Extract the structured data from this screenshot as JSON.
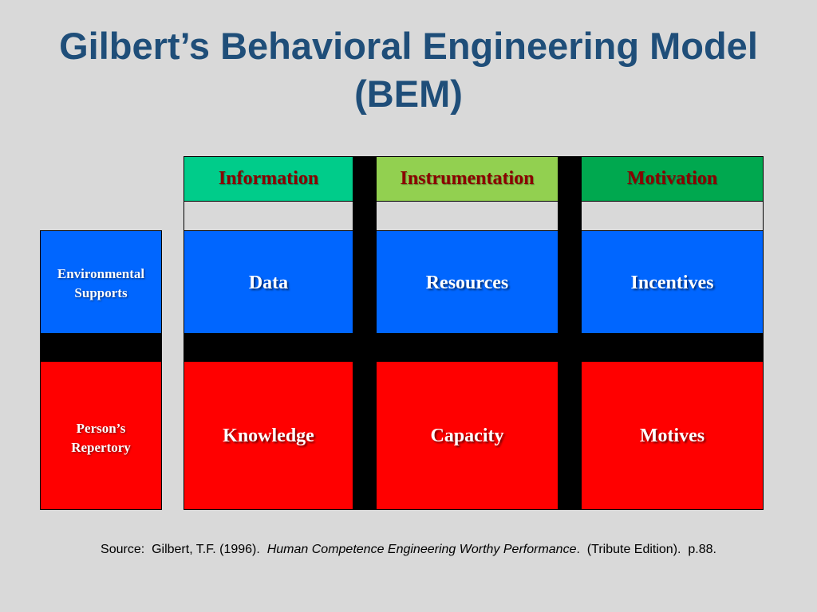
{
  "title": {
    "line1": "Gilbert’s Behavioral Engineering Model",
    "line2": "(BEM)"
  },
  "columns": [
    "Information",
    "Instrumentation",
    "Motivation"
  ],
  "rows": [
    {
      "label_line1": "Environmental",
      "label_line2": "Supports",
      "cells": [
        "Data",
        "Resources",
        "Incentives"
      ]
    },
    {
      "label_line1": "Person’s",
      "label_line2": "Repertory",
      "cells": [
        "Knowledge",
        "Capacity",
        "Motives"
      ]
    }
  ],
  "source": {
    "prefix": "Source:  Gilbert, T.F. (1996).  ",
    "work": "Human Competence Engineering Worthy Performance",
    "suffix": ".  (Tribute Edition).  p.88."
  },
  "colors": {
    "information": "#00cc8a",
    "instrumentation": "#92d050",
    "motivation": "#00a84f",
    "environmental": "#0066ff",
    "person": "#ff0000",
    "title": "#1f4e79",
    "header_text": "#8b0000"
  }
}
